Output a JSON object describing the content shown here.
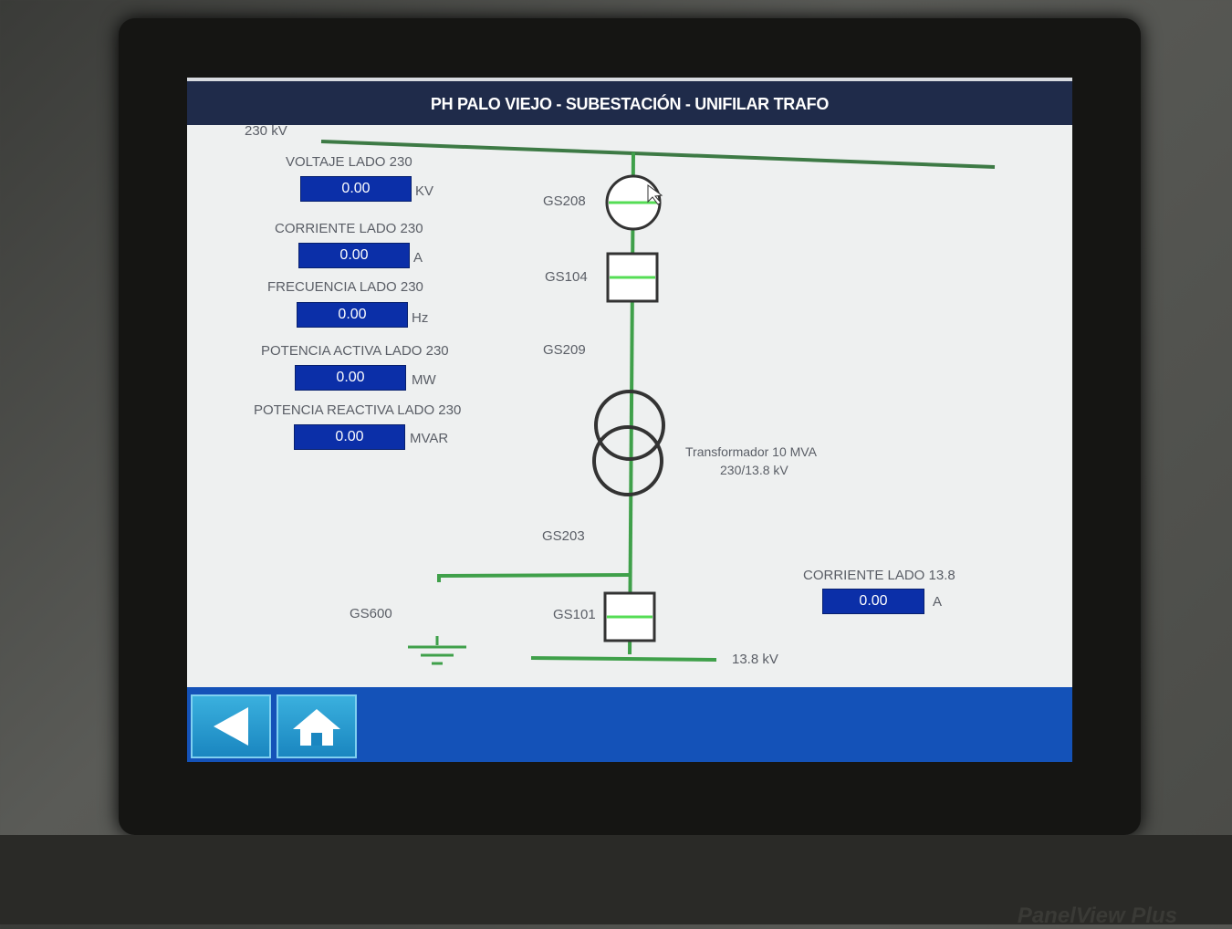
{
  "title": "PH  PALO VIEJO - SUBESTACIÓN - UNIFILAR TRAFO",
  "bus_230_label": "230 kV",
  "bus_13_8_label": "13.8 kV",
  "measurements": [
    {
      "label": "VOLTAJE LADO 230",
      "value": "0.00",
      "unit": "KV"
    },
    {
      "label": "CORRIENTE LADO 230",
      "value": "0.00",
      "unit": "A"
    },
    {
      "label": "FRECUENCIA LADO 230",
      "value": "0.00",
      "unit": "Hz"
    },
    {
      "label": "POTENCIA  ACTIVA  LADO 230",
      "value": "0.00",
      "unit": "MW"
    },
    {
      "label": "POTENCIA REACTIVA LADO 230",
      "value": "0.00",
      "unit": "MVAR"
    }
  ],
  "current_13_8": {
    "label": "CORRIENTE LADO 13.8",
    "value": "0.00",
    "unit": "A"
  },
  "devices": {
    "gs208": "GS208",
    "gs104": "GS104",
    "gs209": "GS209",
    "gs203": "GS203",
    "gs101": "GS101",
    "gs600": "GS600"
  },
  "transformer": {
    "name": "Transformador 10 MVA",
    "ratio": "230/13.8 kV"
  },
  "nav": {
    "back": "back",
    "home": "home"
  },
  "brand": "PanelView Plus",
  "colors": {
    "line": "#3fa04a",
    "field": "#0b2fa8",
    "navbar": "#1452b8",
    "title": "#1f2b4a"
  }
}
